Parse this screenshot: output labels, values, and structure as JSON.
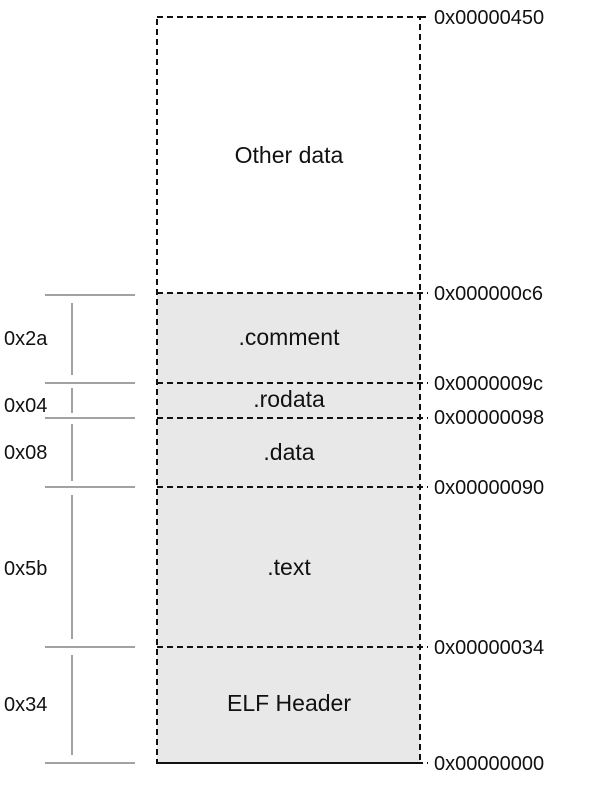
{
  "segments": [
    {
      "id": "elf-header",
      "label": "ELF Header",
      "size": "0x34",
      "start": "0x00000000",
      "shaded": true
    },
    {
      "id": "text",
      "label": ".text",
      "size": "0x5b",
      "start": "0x00000034",
      "shaded": true
    },
    {
      "id": "data",
      "label": ".data",
      "size": "0x08",
      "start": "0x00000090",
      "shaded": true
    },
    {
      "id": "rodata",
      "label": ".rodata",
      "size": "0x04",
      "start": "0x00000098",
      "shaded": true
    },
    {
      "id": "comment",
      "label": ".comment",
      "size": "0x2a",
      "start": "0x0000009c",
      "shaded": true
    },
    {
      "id": "other-data",
      "label": "Other data",
      "size": "",
      "start": "0x000000c6",
      "shaded": false
    }
  ],
  "end_address": "0x00000450",
  "colors": {
    "shaded_fill": "#e8e8e8",
    "border": "#111111",
    "bracket": "#444444"
  }
}
